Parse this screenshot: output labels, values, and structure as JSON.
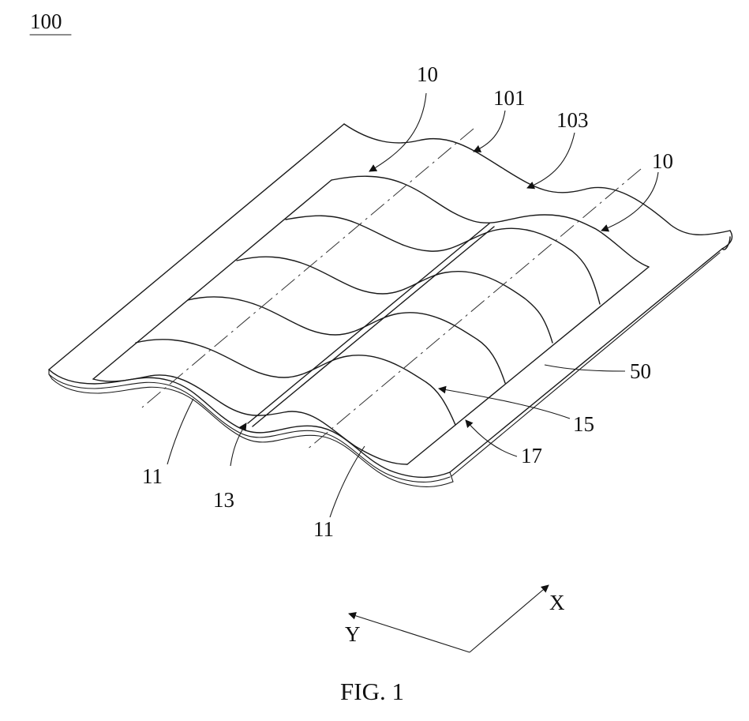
{
  "figure": {
    "ref_main": "100",
    "caption": "FIG. 1",
    "labels": {
      "unit_left": "10",
      "unit_right": "10",
      "region_101": "101",
      "region_103": "103",
      "substrate": "50",
      "item_15": "15",
      "item_17": "17",
      "item_13": "13",
      "cell_left": "11",
      "cell_bottom": "11"
    },
    "axes": {
      "x": "X",
      "y": "Y"
    }
  }
}
